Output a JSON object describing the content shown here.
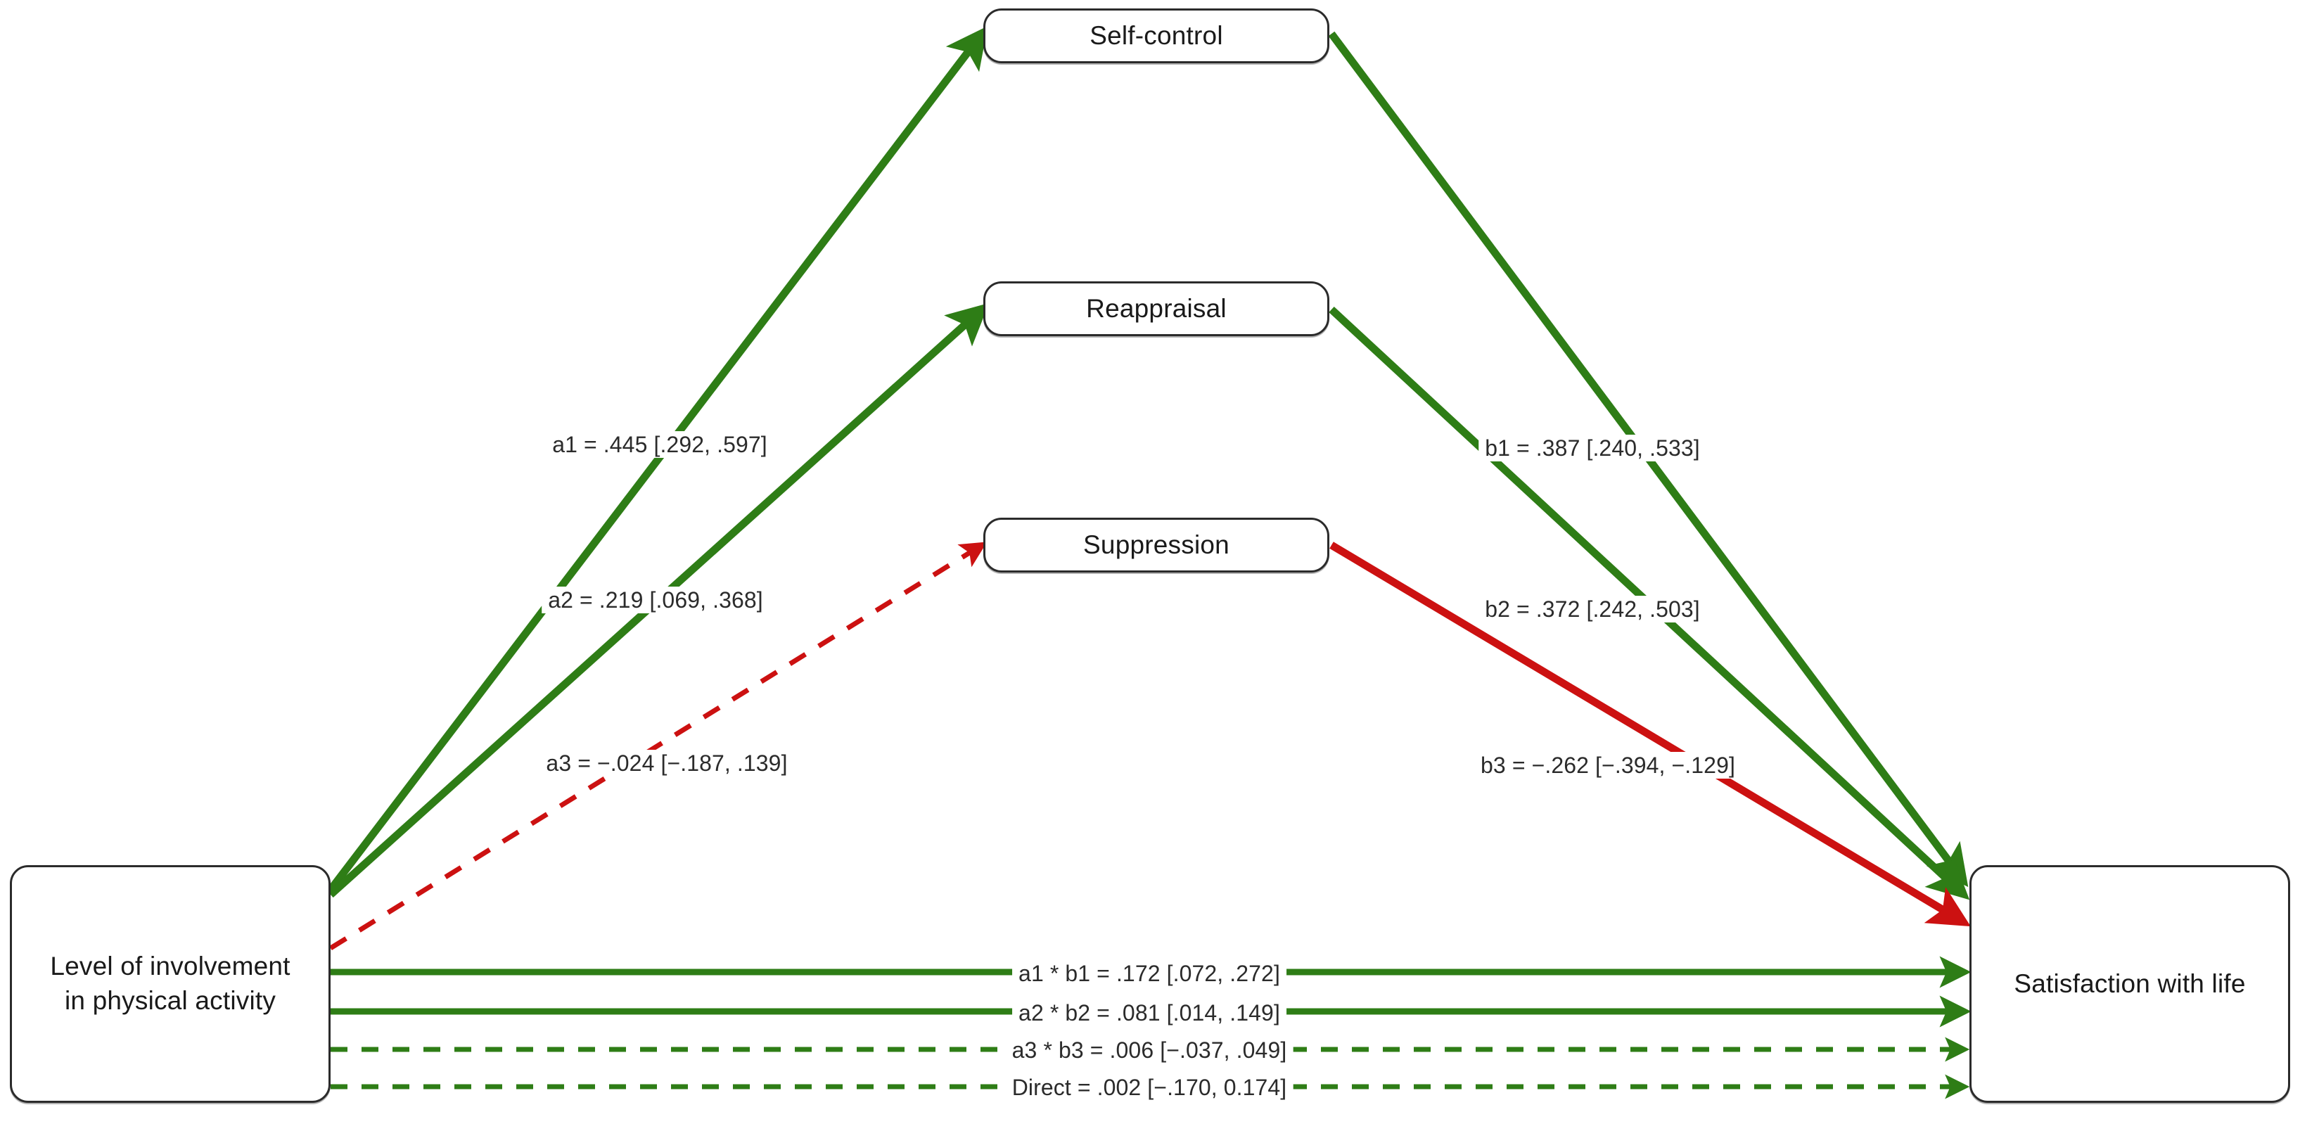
{
  "figure": {
    "type": "path-diagram",
    "background": "#ffffff",
    "colors": {
      "positive_significant": "#2e7d16",
      "negative_significant": "#cc1111",
      "node_border": "#2b2b2b",
      "text": "#2b2b2b"
    }
  },
  "nodes": {
    "predictor": {
      "id": "involvement",
      "label": "Level of involvement\nin physical activity"
    },
    "mediator1": {
      "id": "self-control",
      "label": "Self-control"
    },
    "mediator2": {
      "id": "reappraisal",
      "label": "Reappraisal"
    },
    "mediator3": {
      "id": "suppression",
      "label": "Suppression"
    },
    "outcome": {
      "id": "satisfaction",
      "label": "Satisfaction with life"
    }
  },
  "paths": {
    "a1": {
      "label": "a1 = .445 [.292, .597]",
      "coefficient": 0.445,
      "ci_low": 0.292,
      "ci_high": 0.597,
      "color": "#2e7d16",
      "style": "solid",
      "from": "involvement",
      "to": "self-control"
    },
    "a2": {
      "label": "a2 = .219 [.069, .368]",
      "coefficient": 0.219,
      "ci_low": 0.069,
      "ci_high": 0.368,
      "color": "#2e7d16",
      "style": "solid",
      "from": "involvement",
      "to": "reappraisal"
    },
    "a3": {
      "label": "a3 = −.024 [−.187, .139]",
      "coefficient": -0.024,
      "ci_low": -0.187,
      "ci_high": 0.139,
      "color": "#cc1111",
      "style": "dashed",
      "from": "involvement",
      "to": "suppression"
    },
    "b1": {
      "label": "b1 = .387 [.240, .533]",
      "coefficient": 0.387,
      "ci_low": 0.24,
      "ci_high": 0.533,
      "color": "#2e7d16",
      "style": "solid",
      "from": "self-control",
      "to": "satisfaction"
    },
    "b2": {
      "label": "b2 = .372 [.242, .503]",
      "coefficient": 0.372,
      "ci_low": 0.242,
      "ci_high": 0.503,
      "color": "#2e7d16",
      "style": "solid",
      "from": "reappraisal",
      "to": "satisfaction"
    },
    "b3": {
      "label": "b3 = −.262 [−.394, −.129]",
      "coefficient": -0.262,
      "ci_low": -0.394,
      "ci_high": -0.129,
      "color": "#cc1111",
      "style": "solid",
      "from": "suppression",
      "to": "satisfaction"
    },
    "indirect1": {
      "label": "a1 * b1 = .172 [.072, .272]",
      "coefficient": 0.172,
      "ci_low": 0.072,
      "ci_high": 0.272,
      "color": "#2e7d16",
      "style": "solid",
      "from": "involvement",
      "to": "satisfaction"
    },
    "indirect2": {
      "label": "a2 * b2 = .081 [.014, .149]",
      "coefficient": 0.081,
      "ci_low": 0.014,
      "ci_high": 0.149,
      "color": "#2e7d16",
      "style": "solid",
      "from": "involvement",
      "to": "satisfaction"
    },
    "indirect3": {
      "label": "a3 * b3 = .006 [−.037, .049]",
      "coefficient": 0.006,
      "ci_low": -0.037,
      "ci_high": 0.049,
      "color": "#2e7d16",
      "style": "dashed",
      "from": "involvement",
      "to": "satisfaction"
    },
    "direct": {
      "label": "Direct = .002 [−.170, 0.174]",
      "coefficient": 0.002,
      "ci_low": -0.17,
      "ci_high": 0.174,
      "color": "#2e7d16",
      "style": "dashed",
      "from": "involvement",
      "to": "satisfaction"
    }
  }
}
